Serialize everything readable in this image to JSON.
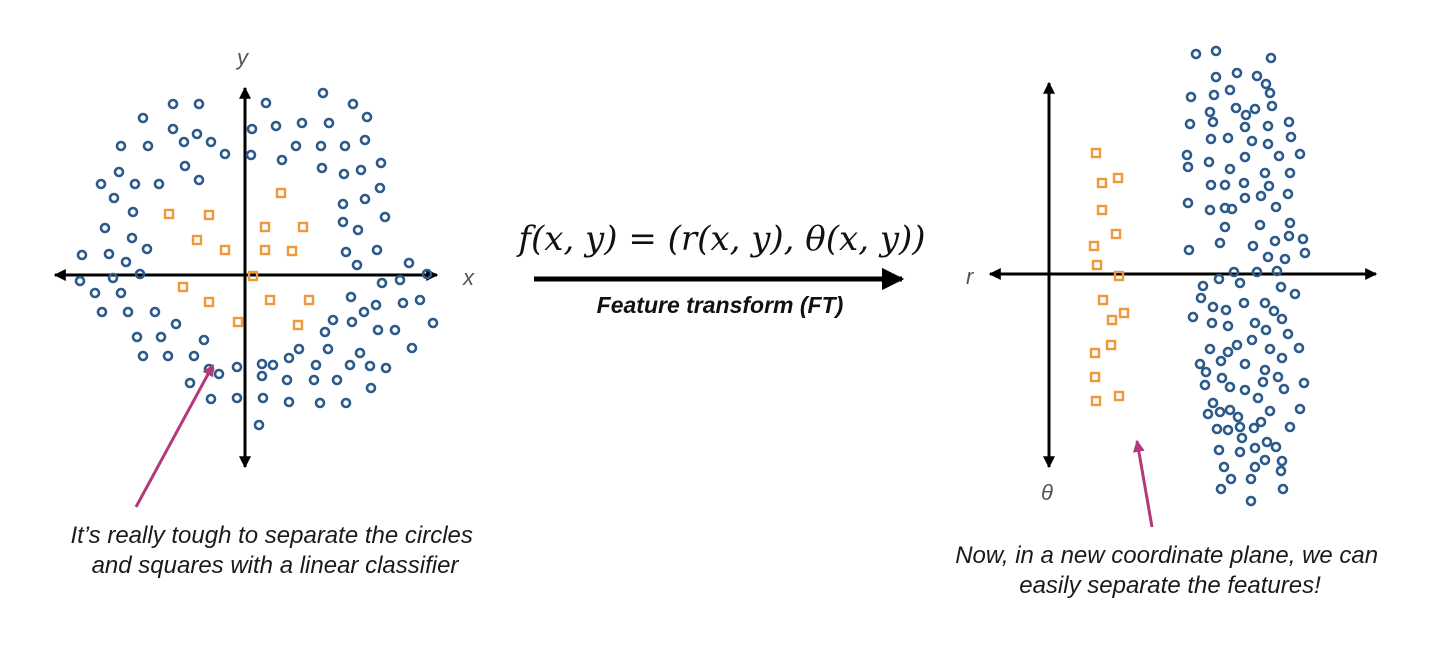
{
  "colors": {
    "circle": "#2b5a8c",
    "square": "#ee9a3a",
    "axis": "#000000",
    "annotation_arrow": "#b23a7a"
  },
  "left_panel": {
    "x_axis_label": "x",
    "y_axis_label": "y",
    "caption_lines": [
      "It’s really tough to separate the circles",
      "and squares with a linear classifier"
    ]
  },
  "middle": {
    "formula": "f(x, y) = (r(x, y), θ(x, y))",
    "transform_label": "Feature transform (FT)"
  },
  "right_panel": {
    "x_axis_label": "r",
    "y_axis_label": "θ",
    "caption_lines": [
      "Now, in a new coordinate plane, we can",
      "easily separate the features!"
    ]
  }
}
